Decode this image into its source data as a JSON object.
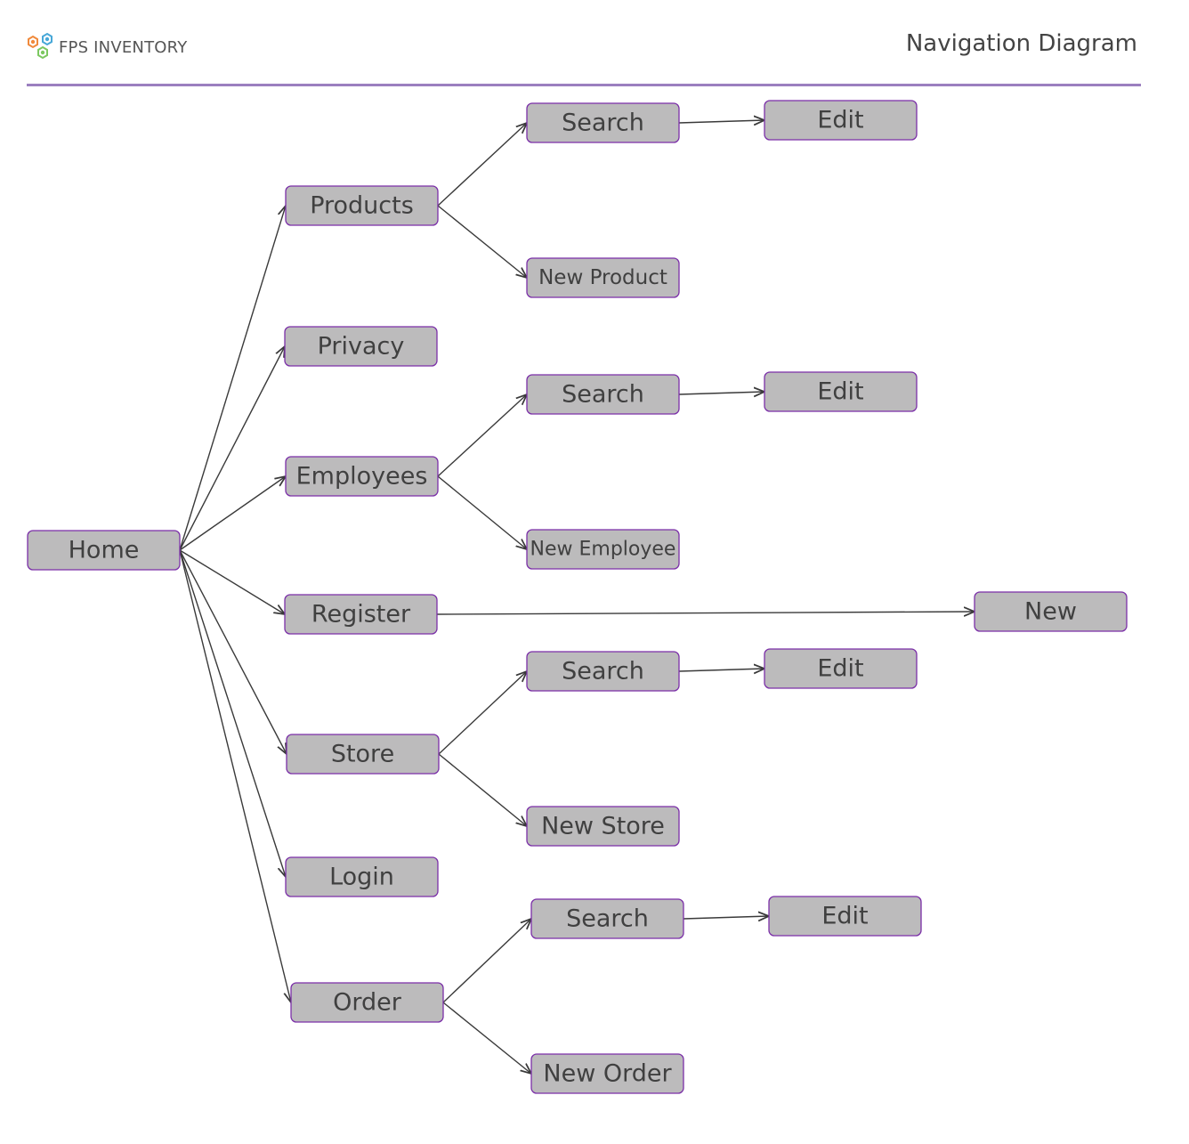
{
  "header": {
    "brand": "FPS INVENTORY",
    "title": "Navigation Diagram"
  },
  "colors": {
    "node_fill": "#bcbbbc",
    "node_border": "#7b2fa8",
    "rule": "#9b7fbf",
    "edge": "#3a3a3a",
    "logo": [
      "#f08a3c",
      "#48a8d8",
      "#7cc860"
    ]
  },
  "nodes": [
    {
      "id": "home",
      "label": "Home"
    },
    {
      "id": "products",
      "label": "Products"
    },
    {
      "id": "privacy",
      "label": "Privacy"
    },
    {
      "id": "employees",
      "label": "Employees"
    },
    {
      "id": "register",
      "label": "Register"
    },
    {
      "id": "store",
      "label": "Store"
    },
    {
      "id": "login",
      "label": "Login"
    },
    {
      "id": "order",
      "label": "Order"
    },
    {
      "id": "products-search",
      "label": "Search"
    },
    {
      "id": "products-edit",
      "label": "Edit"
    },
    {
      "id": "new-product",
      "label": "New Product"
    },
    {
      "id": "employees-search",
      "label": "Search"
    },
    {
      "id": "employees-edit",
      "label": "Edit"
    },
    {
      "id": "new-employee",
      "label": "New Employee"
    },
    {
      "id": "register-new",
      "label": "New"
    },
    {
      "id": "store-search",
      "label": "Search"
    },
    {
      "id": "store-edit",
      "label": "Edit"
    },
    {
      "id": "new-store",
      "label": "New Store"
    },
    {
      "id": "order-search",
      "label": "Search"
    },
    {
      "id": "order-edit",
      "label": "Edit"
    },
    {
      "id": "new-order",
      "label": "New Order"
    }
  ],
  "edges": [
    [
      "home",
      "products"
    ],
    [
      "home",
      "privacy"
    ],
    [
      "home",
      "employees"
    ],
    [
      "home",
      "register"
    ],
    [
      "home",
      "store"
    ],
    [
      "home",
      "login"
    ],
    [
      "home",
      "order"
    ],
    [
      "products",
      "products-search"
    ],
    [
      "products",
      "new-product"
    ],
    [
      "products-search",
      "products-edit"
    ],
    [
      "employees",
      "employees-search"
    ],
    [
      "employees",
      "new-employee"
    ],
    [
      "employees-search",
      "employees-edit"
    ],
    [
      "register",
      "register-new"
    ],
    [
      "store",
      "store-search"
    ],
    [
      "store",
      "new-store"
    ],
    [
      "store-search",
      "store-edit"
    ],
    [
      "order",
      "order-search"
    ],
    [
      "order",
      "new-order"
    ],
    [
      "order-search",
      "order-edit"
    ]
  ]
}
